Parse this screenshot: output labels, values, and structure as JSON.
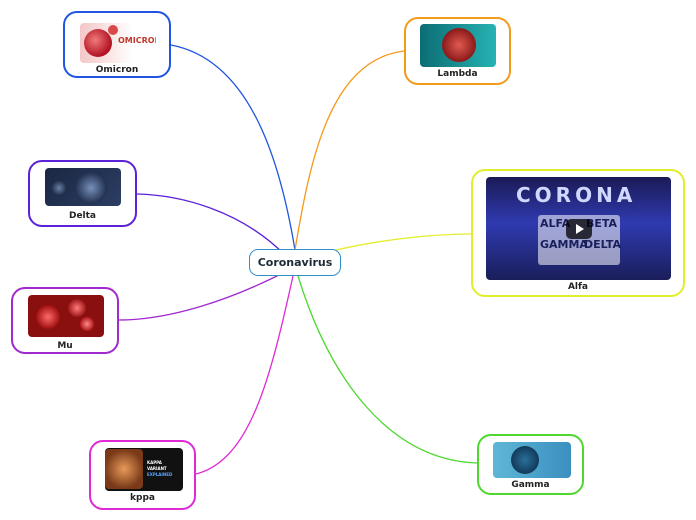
{
  "center": {
    "label": "Coronavirus",
    "color": "#2f8fc7"
  },
  "topics": [
    {
      "id": "omicron",
      "label": "Omicron",
      "color": "#1f55e0",
      "thumb_text": "OMICRON",
      "thumb_subtext": ""
    },
    {
      "id": "delta",
      "label": "Delta",
      "color": "#5b22d9"
    },
    {
      "id": "mu",
      "label": "Mu",
      "color": "#a02ad0"
    },
    {
      "id": "kppa",
      "label": "kppa",
      "color": "#e02ad6",
      "thumb_lines": [
        "KAPPA",
        "VARIANT",
        "EXPLAINED"
      ]
    },
    {
      "id": "lambda",
      "label": "Lambda",
      "color": "#f49a1a"
    },
    {
      "id": "alfa",
      "label": "Alfa",
      "color": "#e2ee2a",
      "video_words": [
        "ALFA",
        "BETA",
        "GAMMA",
        "DELTA"
      ],
      "video_banner": "CORONA"
    },
    {
      "id": "gamma",
      "label": "Gamma",
      "color": "#4ed82f"
    }
  ]
}
